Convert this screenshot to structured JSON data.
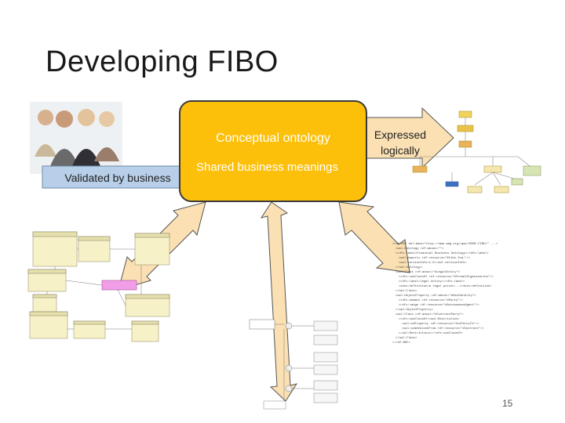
{
  "slide": {
    "title": "Developing FIBO",
    "page_number": "15"
  },
  "concept_box": {
    "title": "Conceptual ontology",
    "subtitle": "Shared business meanings"
  },
  "arrows": {
    "left_label": "Validated by business",
    "right_label": "Expressed logically"
  },
  "colors": {
    "concept_fill": "#fdc00a",
    "arrow_fill": "#fae0b2",
    "arrow_stroke": "#555555",
    "left_arrow_fill": "#b7cfe8"
  },
  "images": {
    "people_photo": "business-people-photo",
    "ontology_graph": "ontology-hierarchy-graph",
    "uml_diagram": "uml-class-diagram",
    "schema_diagram": "xml-schema-diagram",
    "owl_code": "owl-code-listing"
  }
}
